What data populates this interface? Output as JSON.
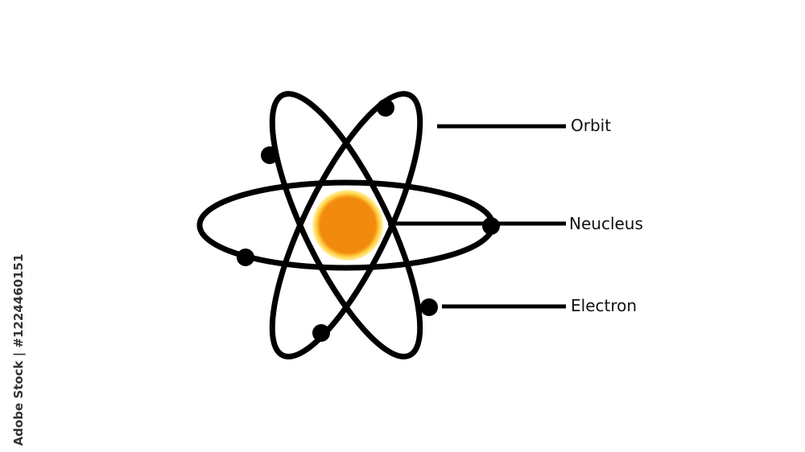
{
  "diagram": {
    "labels": {
      "orbit": "Orbit",
      "nucleus": "Neucleus",
      "electron": "Electron"
    },
    "colors": {
      "stroke": "#000000",
      "nucleus_fill": "#f28a0d",
      "nucleus_glow": "#ffd54a"
    }
  },
  "watermark": {
    "stock_id": "Adobe Stock | #1224460151"
  }
}
